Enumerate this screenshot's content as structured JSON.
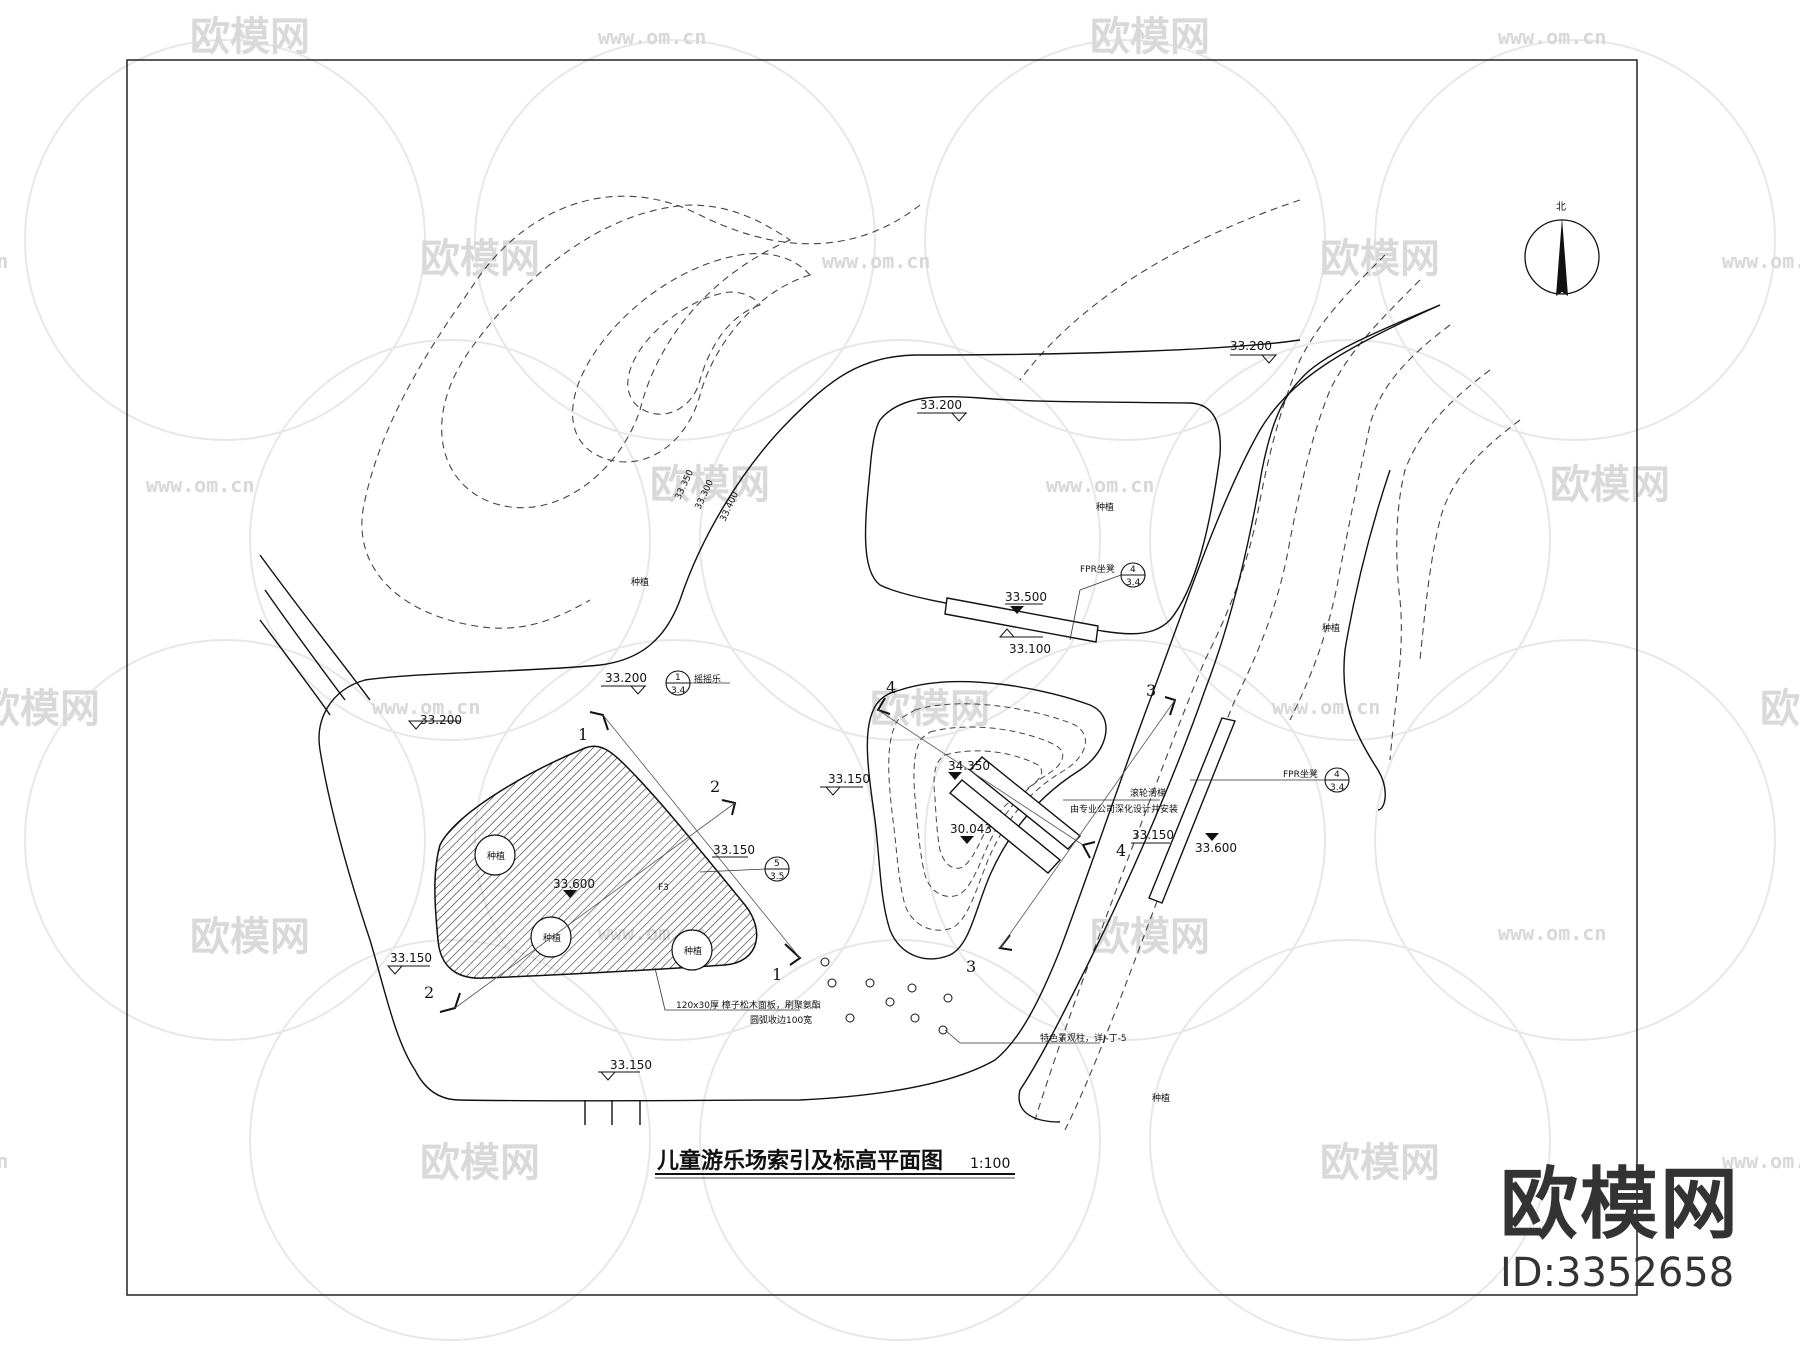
{
  "title": "儿童游乐场索引及标高平面图",
  "scale": "1:100",
  "north_label": "北",
  "brand": {
    "name": "欧模网",
    "id": "ID:3352658",
    "watermark_text": "欧模网",
    "watermark_url": "www.om.cn"
  },
  "elevations": {
    "e1": "33.200",
    "e2": "33.200",
    "e3": "33.500",
    "e4": "33.100",
    "e5": "33.200",
    "e6": "33.200",
    "e7": "33.150",
    "e8": "34.350",
    "e9": "30.043",
    "e10": "33.150",
    "e11": "33.600",
    "e12": "33.150",
    "e13": "33.600",
    "e14": "33.150",
    "e15": "33.150"
  },
  "contours": {
    "c1": "33.350",
    "c2": "33.300",
    "c3": "33.400"
  },
  "labels": {
    "plant1": "种植",
    "plant2": "种植",
    "plant3": "种植",
    "plant4": "种植",
    "tree1": "种植",
    "tree2": "种植",
    "tree3": "种植",
    "fpr1": "FPR坐凳",
    "fpr2": "FPR坐凳",
    "swing": "摇摇乐",
    "slide_a": "滚轮滑梯",
    "slide_b": "由专业公司深化设计并安装",
    "deck_a": "120x30厚  樟子松木面板，刷聚氨酯",
    "deck_b": "圆弧收边100宽",
    "bollard": "特色景观柱，详J-丁-5",
    "f3": "F3"
  },
  "detail_refs": {
    "r1_top": "1",
    "r1_bot": "3.4",
    "r4_top": "4",
    "r4_bot": "3.4",
    "r5_top": "5",
    "r5_bot": "3.5",
    "r6_top": "4",
    "r6_bot": "3.4"
  },
  "sections": {
    "s1a": "1",
    "s1b": "1",
    "s2a": "2",
    "s2b": "2",
    "s3a": "3",
    "s3b": "3",
    "s4a": "4",
    "s4b": "4"
  }
}
